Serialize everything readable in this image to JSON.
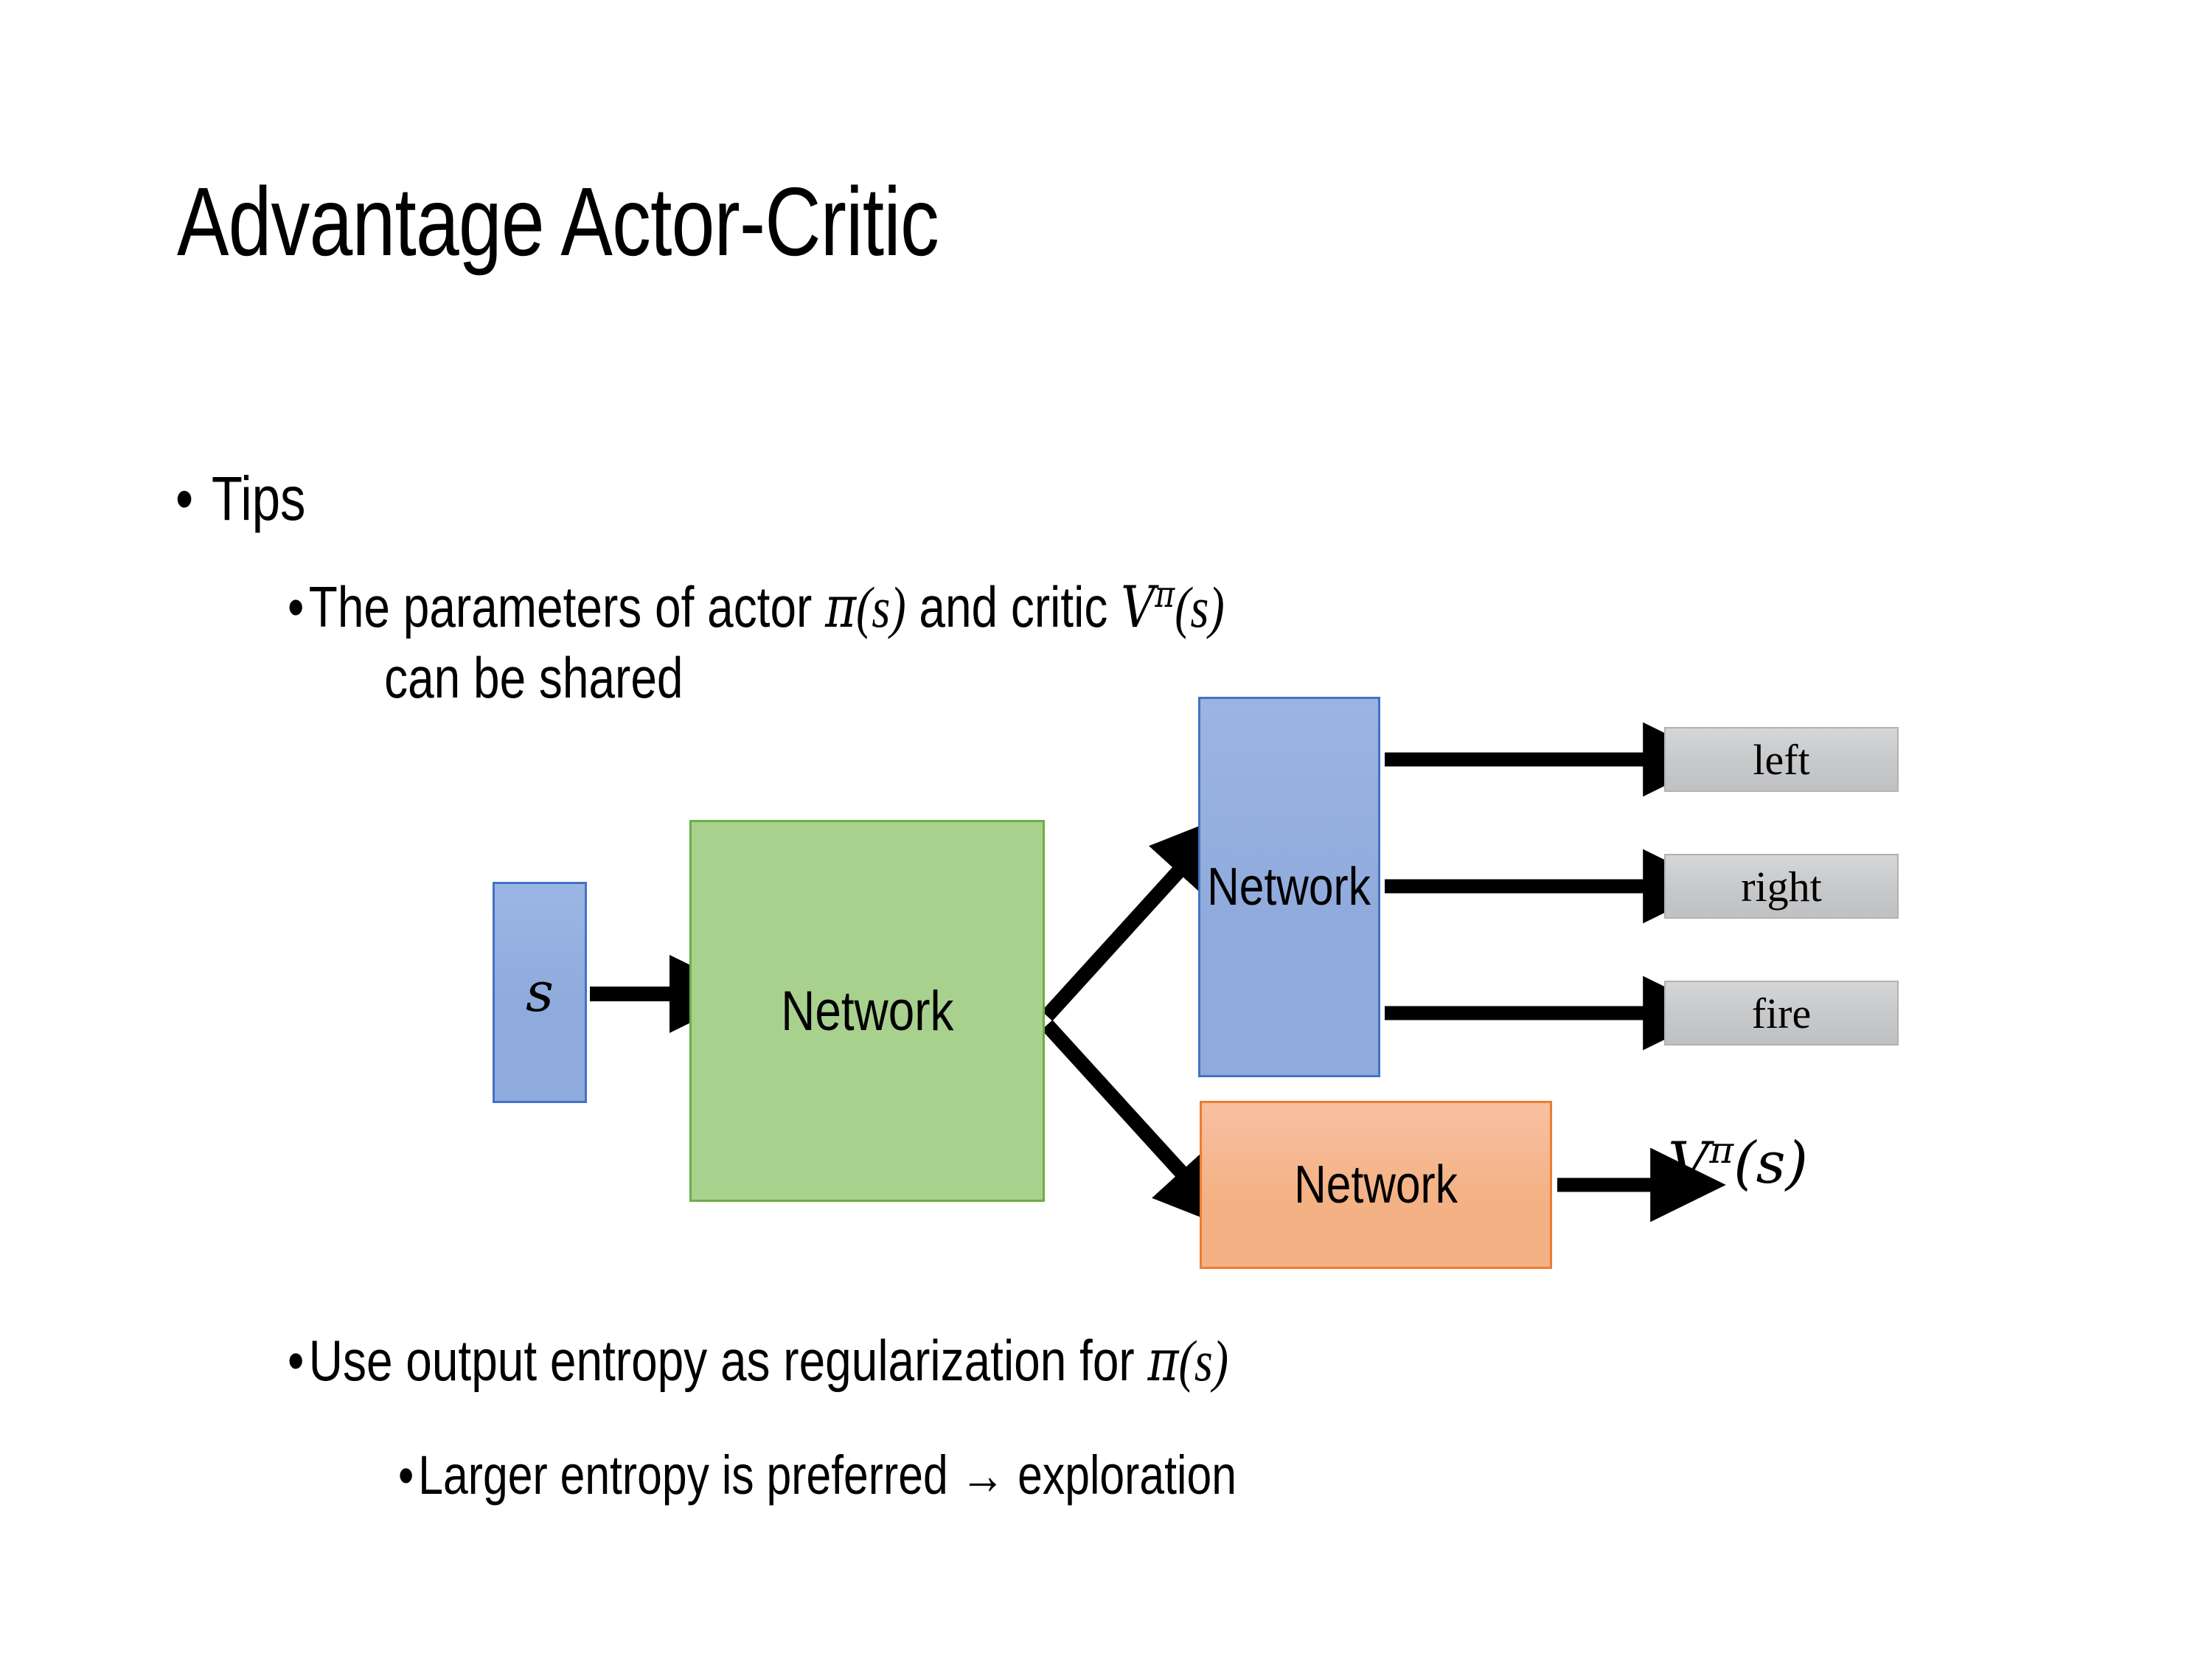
{
  "slide": {
    "title": "Advantage Actor-Critic",
    "background": "#ffffff"
  },
  "bullets": {
    "level1_tips": {
      "marker": "•",
      "text": "Tips"
    },
    "level2_shared": {
      "marker": "•",
      "line1_pre": "The parameters of actor ",
      "line1_pi": "π",
      "line1_pi_arg": "(s)",
      "line1_mid": "  and critic ",
      "line1_v": "V",
      "line1_v_sup": "π",
      "line1_v_arg": "(s)",
      "line2": "can be shared"
    },
    "level2_entropy": {
      "marker": "•",
      "pre": "Use output entropy as regularization for ",
      "pi": "π",
      "pi_arg": "(s)"
    },
    "level3_larger": {
      "marker": "•",
      "text": "Larger entropy is preferred → exploration"
    }
  },
  "diagram": {
    "state_box": {
      "label": "s",
      "fill": "#8faadc",
      "border": "#4472c4"
    },
    "shared_network": {
      "label": "Network",
      "fill": "#a9d18e",
      "border": "#70ad47"
    },
    "actor_network": {
      "label": "Network",
      "fill": "#8faadc",
      "border": "#4472c4"
    },
    "critic_network": {
      "label": "Network",
      "fill": "#f4b183",
      "border": "#ed7d31"
    },
    "actions": [
      {
        "label": "left",
        "fill": "#c6c8ca",
        "border": "#b0b2b4"
      },
      {
        "label": "right",
        "fill": "#c6c8ca",
        "border": "#b0b2b4"
      },
      {
        "label": "fire",
        "fill": "#c6c8ca",
        "border": "#b0b2b4"
      }
    ],
    "critic_output": {
      "v": "V",
      "sup": "π",
      "arg": "(s)"
    },
    "arrow_color": "#000000"
  }
}
